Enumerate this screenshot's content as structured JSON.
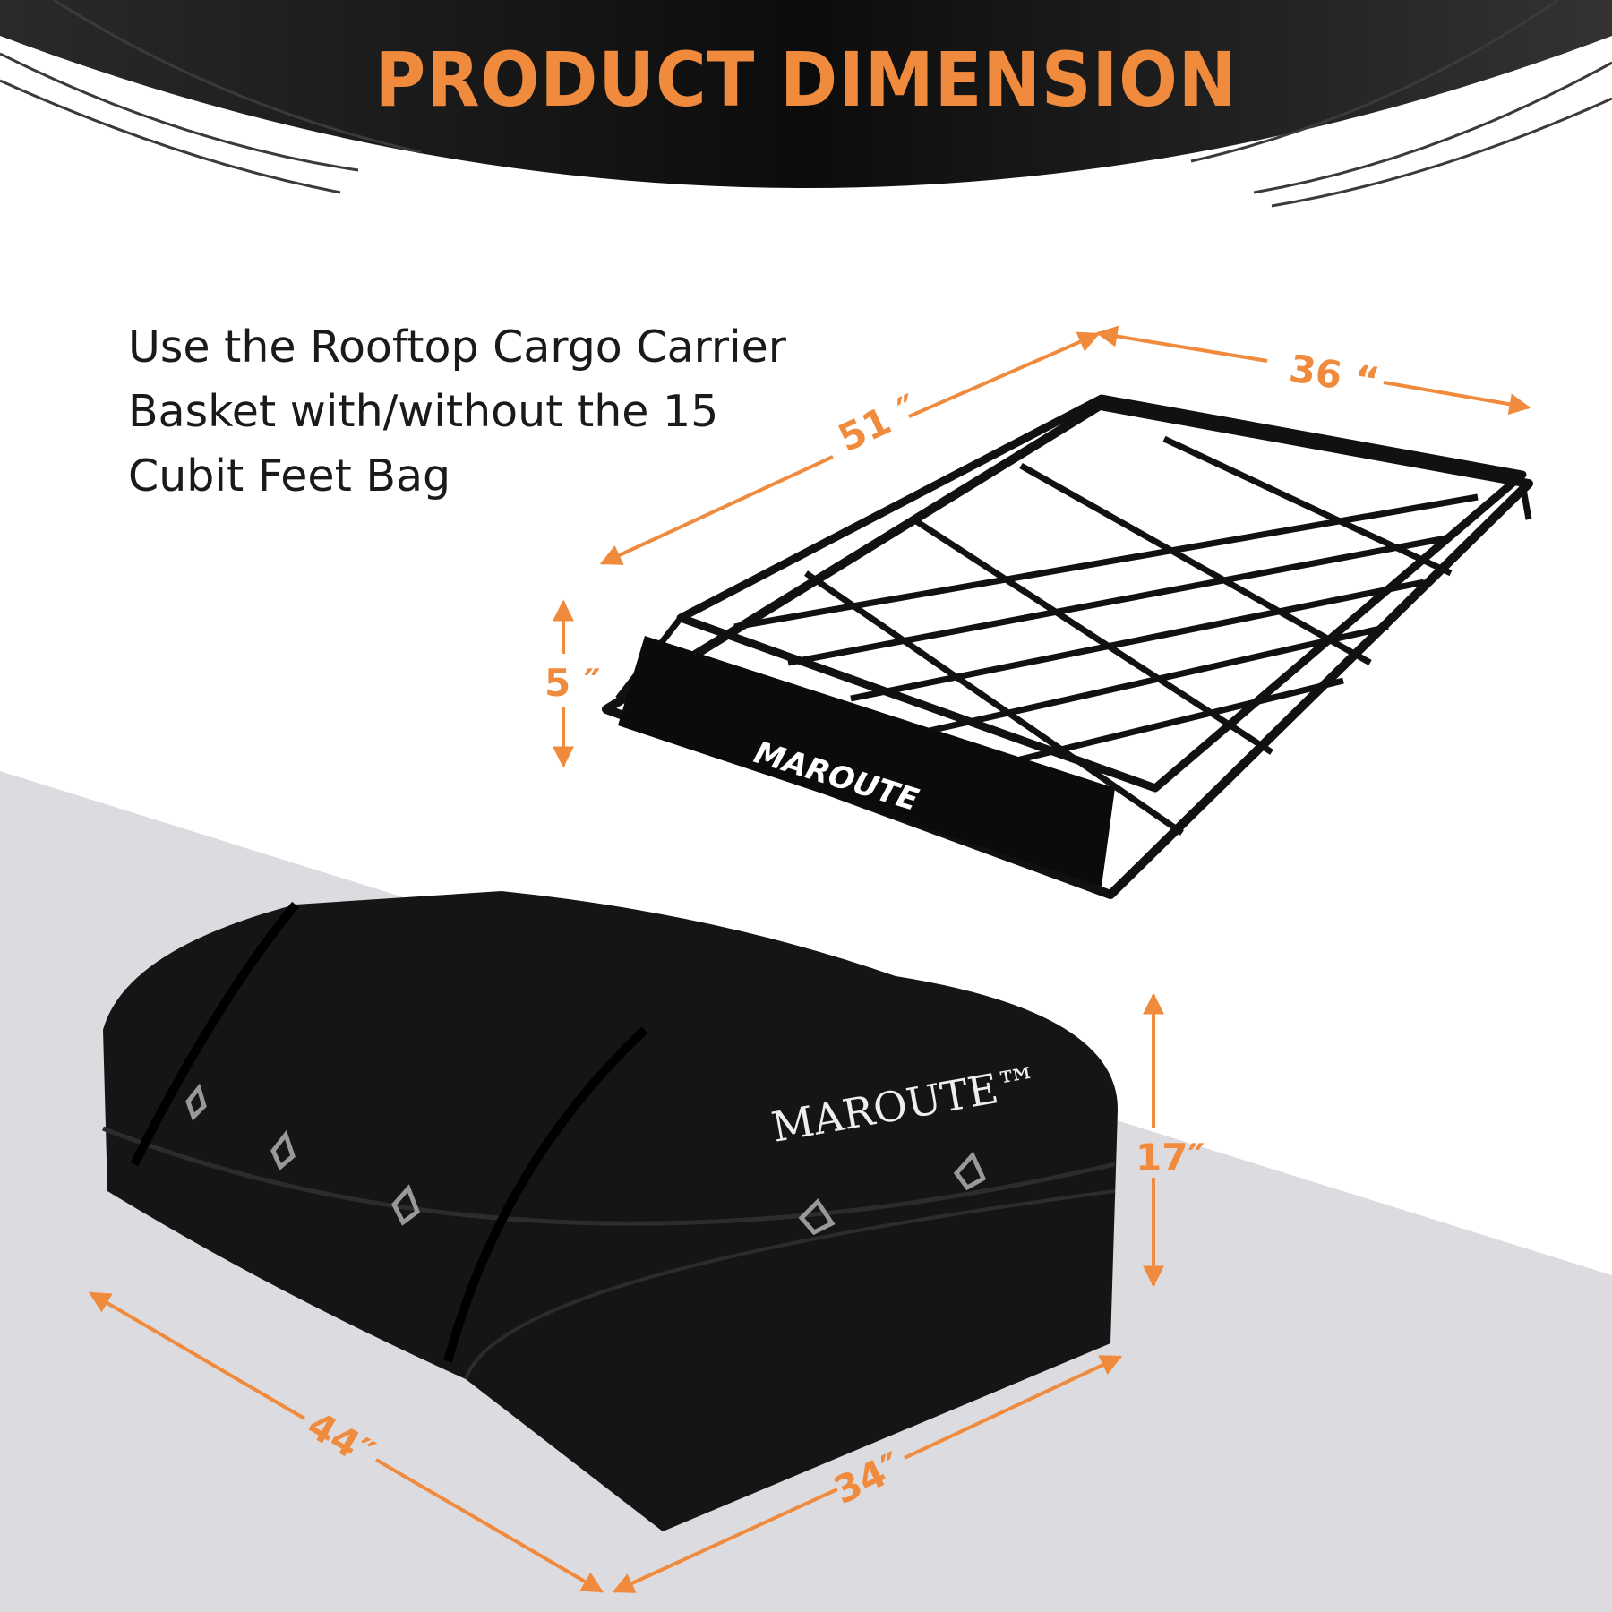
{
  "header": {
    "title": "PRODUCT DIMENSION"
  },
  "description": {
    "lines": [
      "Use the Rooftop Cargo Carrier",
      "Basket with/without the 15",
      "Cubit Feet Bag"
    ]
  },
  "basket": {
    "logo": "MAROUTE",
    "dimensions": {
      "length": "51 ″",
      "width": "36 “",
      "height": "5 ″"
    }
  },
  "bag": {
    "logo": "MAROUTE™",
    "dimensions": {
      "length": "44″",
      "width": "34″",
      "height": "17″"
    }
  },
  "colors": {
    "accent": "#F08A3C",
    "floor": "#DCDCE0",
    "header_bg": "#111111"
  }
}
